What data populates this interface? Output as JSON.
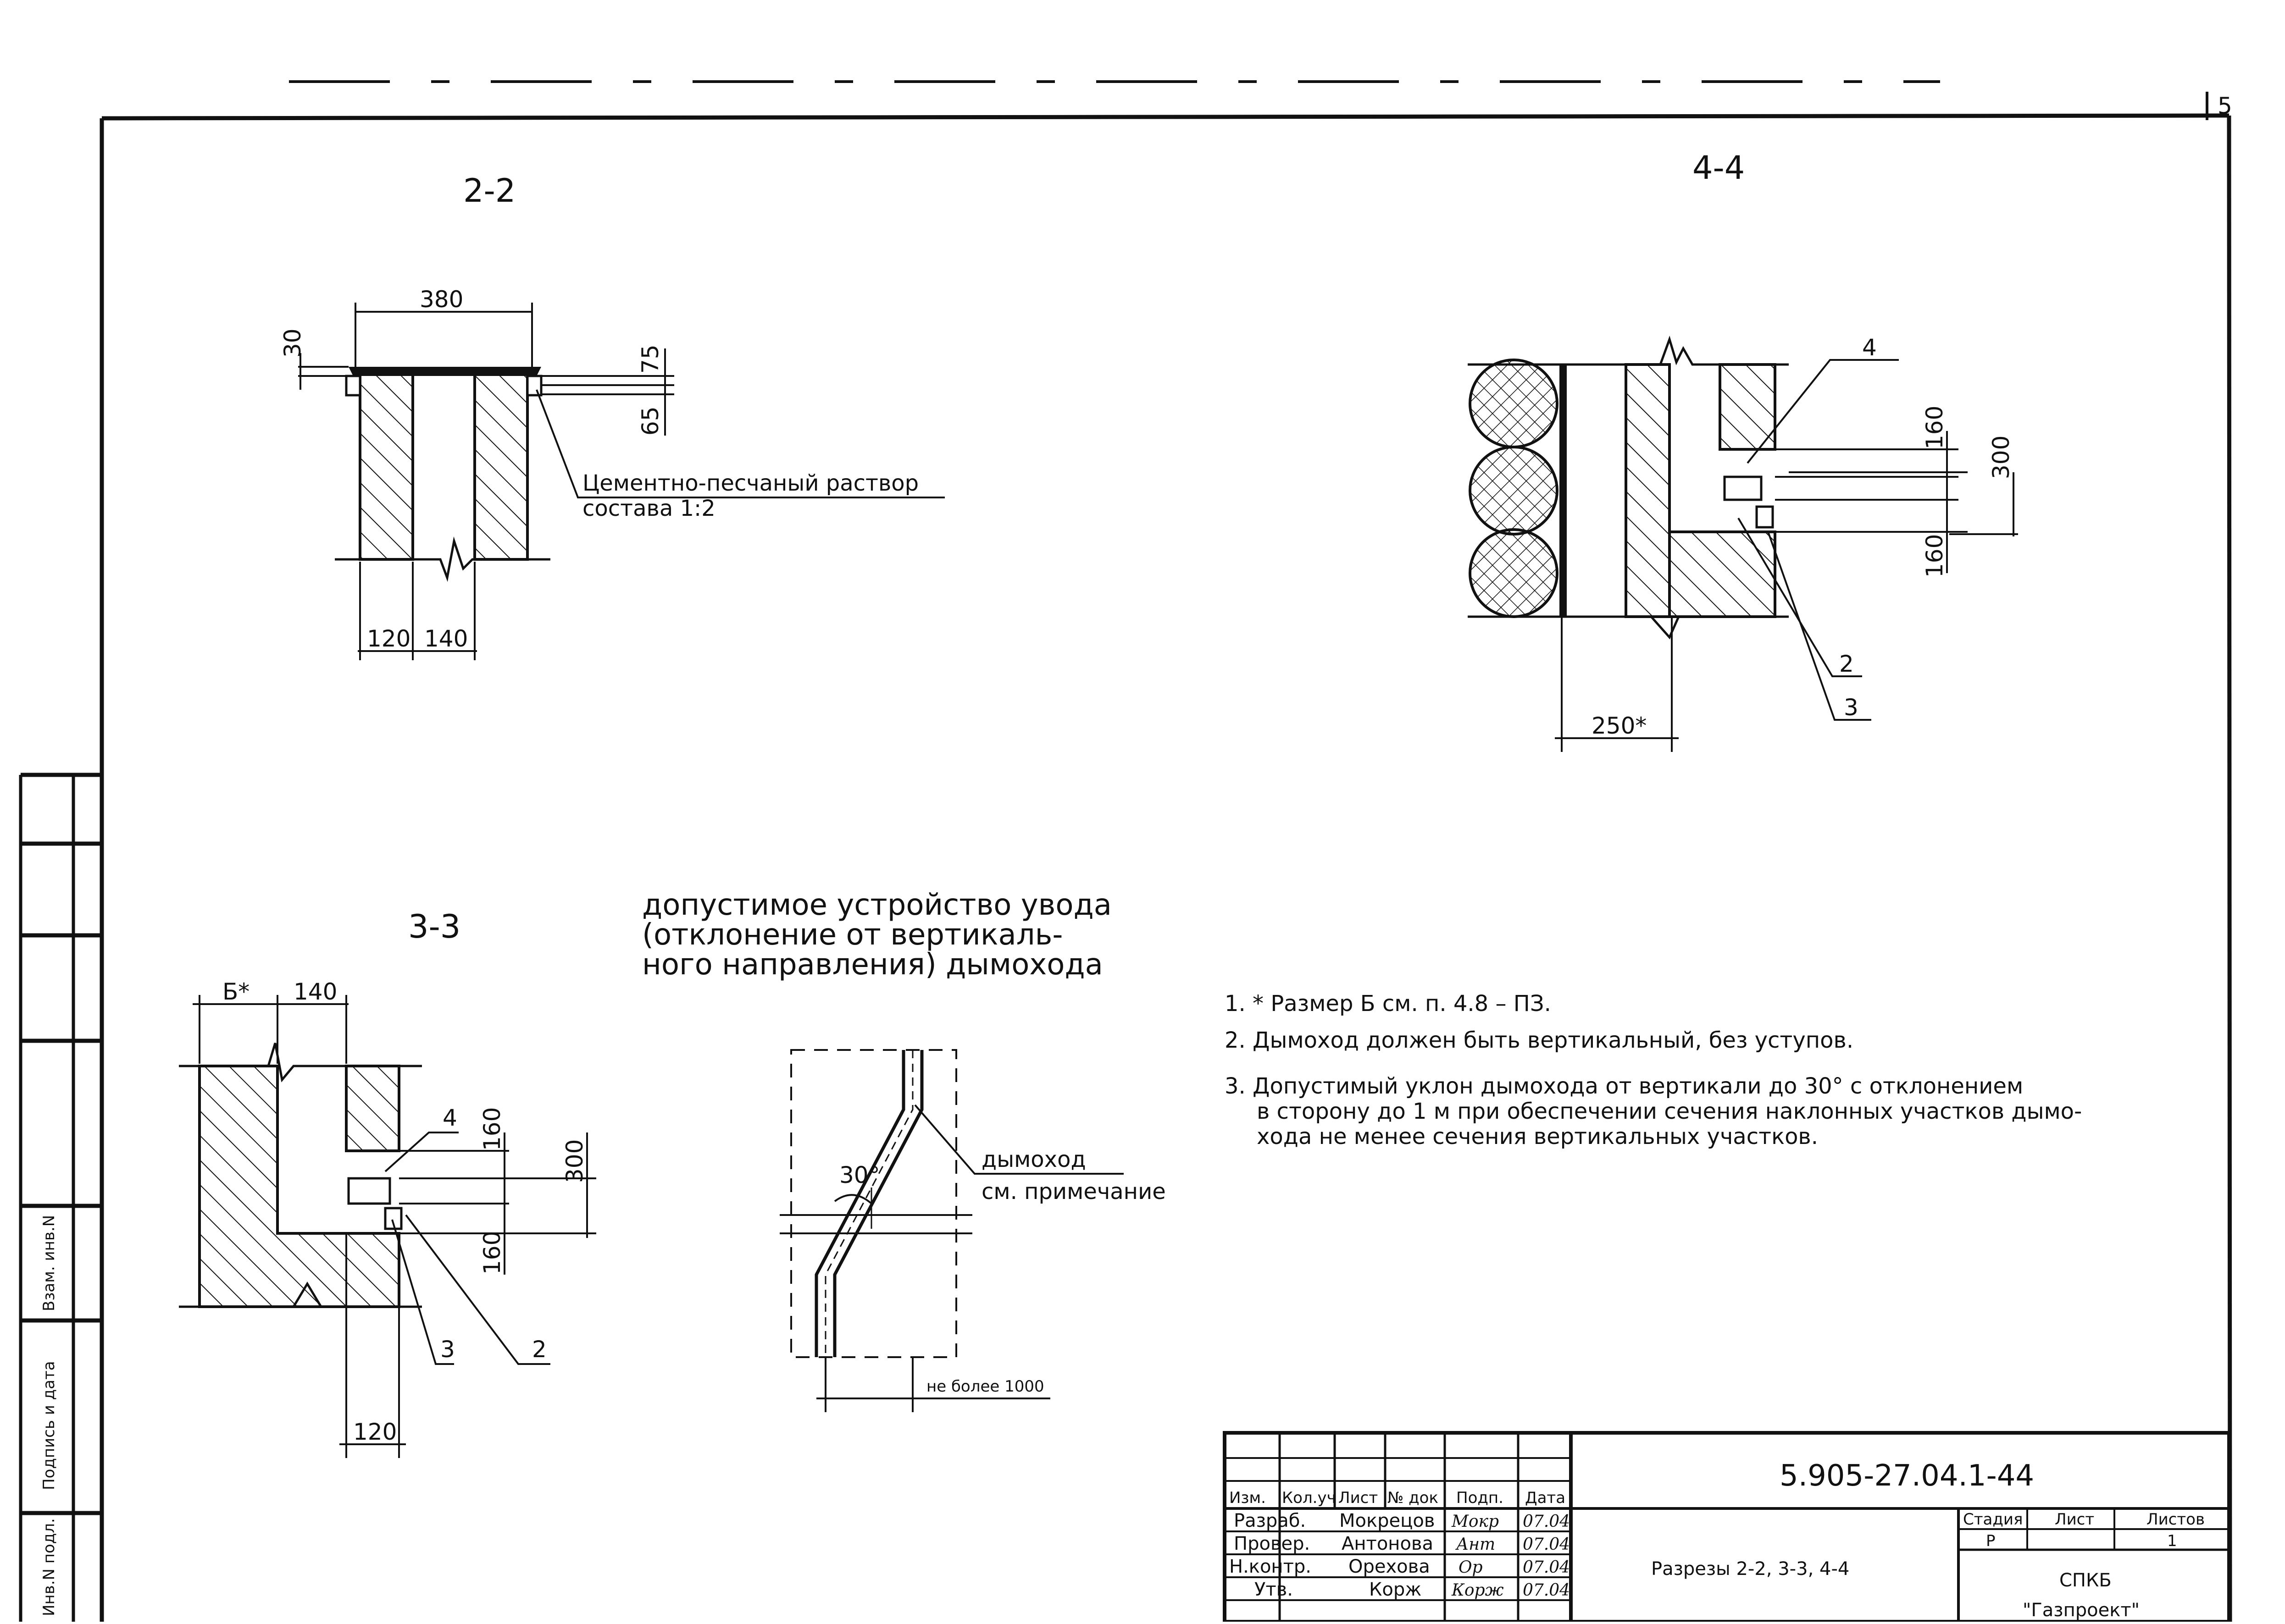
{
  "page_number": "5",
  "sections": {
    "s22": "2-2",
    "s44": "4-4",
    "s33": "3-3"
  },
  "section_2_2": {
    "dim_380": "380",
    "dim_30": "30",
    "dim_75": "75",
    "dim_65": "65",
    "dim_120": "120",
    "dim_140": "140",
    "callout_line1": "Цементно-песчаный раствор",
    "callout_line2": "состава 1:2"
  },
  "section_4_4": {
    "label_4": "4",
    "label_2": "2",
    "label_3": "3",
    "dim_160_top": "160",
    "dim_300": "300",
    "dim_160_bottom": "160",
    "dim_250": "250*"
  },
  "section_3_3": {
    "dim_b": "Б*",
    "dim_140": "140",
    "label_4": "4",
    "label_3": "3",
    "label_2": "2",
    "dim_160_top": "160",
    "dim_300": "300",
    "dim_160_bottom": "160",
    "dim_120": "120"
  },
  "offset_diagram": {
    "title_line1": "допустимое устройство увода",
    "title_line2": "(отклонение от вертикаль-",
    "title_line3": "ного направления) дымохода",
    "angle": "30°",
    "callout_line1": "дымоход",
    "callout_line2": "см. примечание",
    "bottom_dim": "не более 1000"
  },
  "notes": {
    "n1": "1. * Размер Б см. п. 4.8 – ПЗ.",
    "n2": "2. Дымоход должен быть вертикальный, без уступов.",
    "n3_line1": "3. Допустимый уклон дымохода от вертикали до 30° с отклонением",
    "n3_line2": "в сторону до 1 м при обеспечении сечения наклонных участков дымо-",
    "n3_line3": "хода не менее сечения вертикальных участков."
  },
  "left_margin": {
    "vzam": "Взам. инв.N",
    "podpis": "Подпись и дата",
    "inv": "Инв.N подл."
  },
  "title_block": {
    "doc_code": "5.905-27.04.1-44",
    "sheet_title": "Разрезы 2-2, 3-3, 4-4",
    "header": {
      "izm": "Изм.",
      "kolvo": "Кол.уч",
      "list": "Лист",
      "ndok": "№ док",
      "podp": "Подп.",
      "data": "Дата"
    },
    "roles": [
      {
        "role": "Разраб.",
        "name": "Мокрецов",
        "sign": "Мокр",
        "date": "07.04"
      },
      {
        "role": "Провер.",
        "name": "Антонова",
        "sign": "Ант",
        "date": "07.04"
      },
      {
        "role": "Н.контр.",
        "name": "Орехова",
        "sign": "Ор",
        "date": "07.04"
      },
      {
        "role": "Утв.",
        "name": "Корж",
        "sign": "Корж",
        "date": "07.04"
      }
    ],
    "stage_label": "Стадия",
    "sheet_label": "Лист",
    "sheets_label": "Листов",
    "stage_value": "Р",
    "sheet_value": "",
    "sheets_value": "1",
    "org_line1": "СПКБ",
    "org_line2": "\"Газпроект\""
  }
}
